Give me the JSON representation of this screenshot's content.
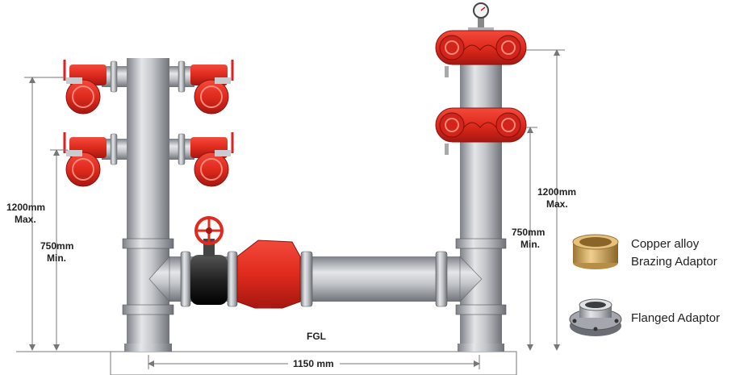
{
  "dimensions": {
    "left_max_value": "1200mm",
    "left_max_word": "Max.",
    "left_min_value": "750mm",
    "left_min_word": "Min.",
    "right_max_value": "1200mm",
    "right_max_word": "Max.",
    "right_min_value": "750mm",
    "right_min_word": "Min.",
    "width_label": "1150 mm"
  },
  "ground_label": "FGL",
  "legend": [
    {
      "icon": "brazing-adaptor-icon",
      "line1": "Copper alloy",
      "line2": "Brazing Adaptor"
    },
    {
      "icon": "flanged-adaptor-icon",
      "line1": "Flanged Adaptor",
      "line2": ""
    }
  ],
  "colors": {
    "pipe": "#b8bcc2",
    "pipe_dark": "#8a8f96",
    "valve_red": "#e02a1e",
    "valve_dark": "#a51710",
    "brass": "#c9a15a",
    "dim_line": "#777777"
  }
}
